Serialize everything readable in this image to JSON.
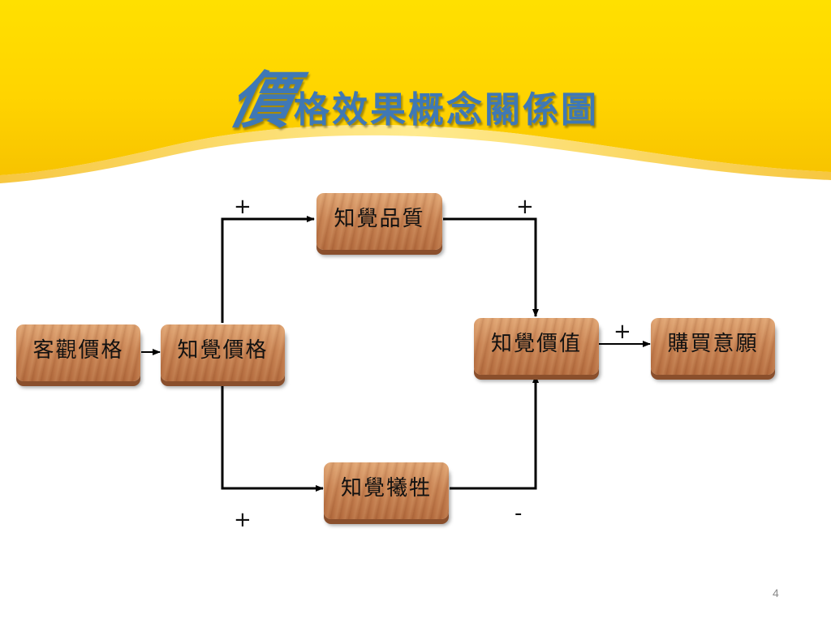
{
  "slide": {
    "title_first": "價",
    "title_rest": "格效果概念關係圖",
    "page_number": "4",
    "colors": {
      "banner": "#ffd200",
      "title": "#3f78b5",
      "node": "#c98454"
    }
  },
  "nodes": {
    "objective_price": "客觀價格",
    "perceived_price": "知覺價格",
    "perceived_quality": "知覺品質",
    "perceived_sacrifice": "知覺犧牲",
    "perceived_value": "知覺價值",
    "purchase_intention": "購買意願"
  },
  "relations": [
    {
      "from": "perceived_price",
      "to": "perceived_quality",
      "sign": "+"
    },
    {
      "from": "perceived_quality",
      "to": "perceived_value",
      "sign": "+"
    },
    {
      "from": "perceived_value",
      "to": "purchase_intention",
      "sign": "+"
    },
    {
      "from": "perceived_price",
      "to": "perceived_sacrifice",
      "sign": "+"
    },
    {
      "from": "perceived_sacrifice",
      "to": "perceived_value",
      "sign": "-"
    },
    {
      "from": "objective_price",
      "to": "perceived_price",
      "sign": ""
    }
  ]
}
